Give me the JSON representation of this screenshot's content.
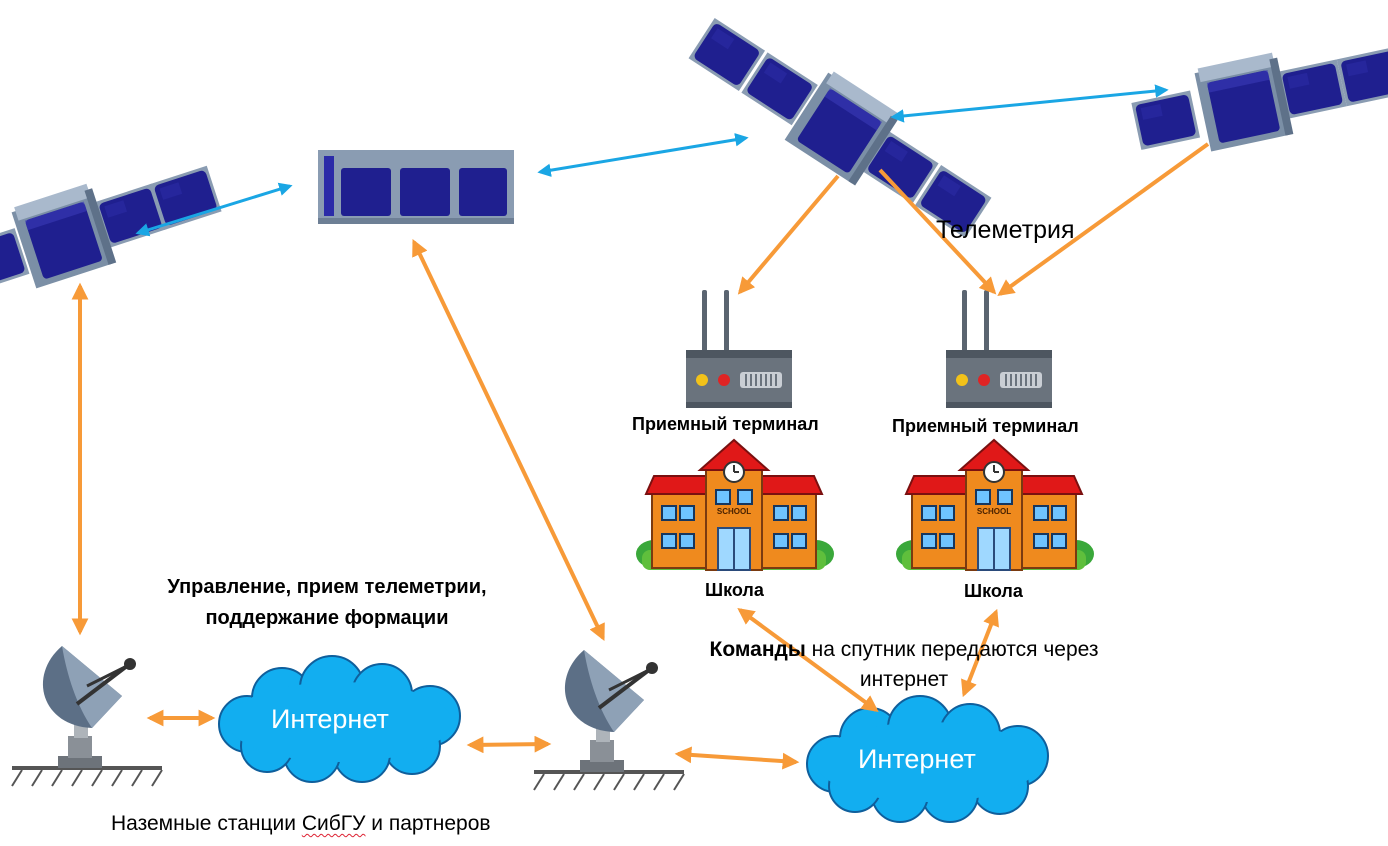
{
  "labels": {
    "telemetry": "Телеметрия",
    "receiving_terminal_1": "Приемный терминал",
    "receiving_terminal_2": "Приемный терминал",
    "school_1": "Школа",
    "school_2": "Школа",
    "control_line1": "Управление, прием телеметрии,",
    "control_line2": "поддержание формации",
    "commands_bold": "Команды",
    "commands_rest": " на спутник передаются через",
    "commands_line2": "интернет",
    "internet_1": "Интернет",
    "internet_2": "Интернет",
    "ground_stations_pre": "Наземные станции ",
    "ground_stations_org": "СибГУ",
    "ground_stations_post": " и партнеров",
    "school_sign_1": "SCHOOL",
    "school_sign_2": "SCHOOL"
  },
  "colors": {
    "orange_link": "#f79a38",
    "blue_link": "#1aa6e4",
    "cloud": "#12aef0",
    "panel": "#1f1f8f",
    "panel_frame": "#8a9cb2",
    "roof": "#e01818",
    "wall": "#ef8a1e"
  },
  "icons": {
    "satellite": "satellite-icon",
    "cubesat": "cubesat-icon",
    "router": "router-icon",
    "school": "school-icon",
    "dish": "satellite-dish-icon",
    "cloud": "cloud-icon"
  }
}
